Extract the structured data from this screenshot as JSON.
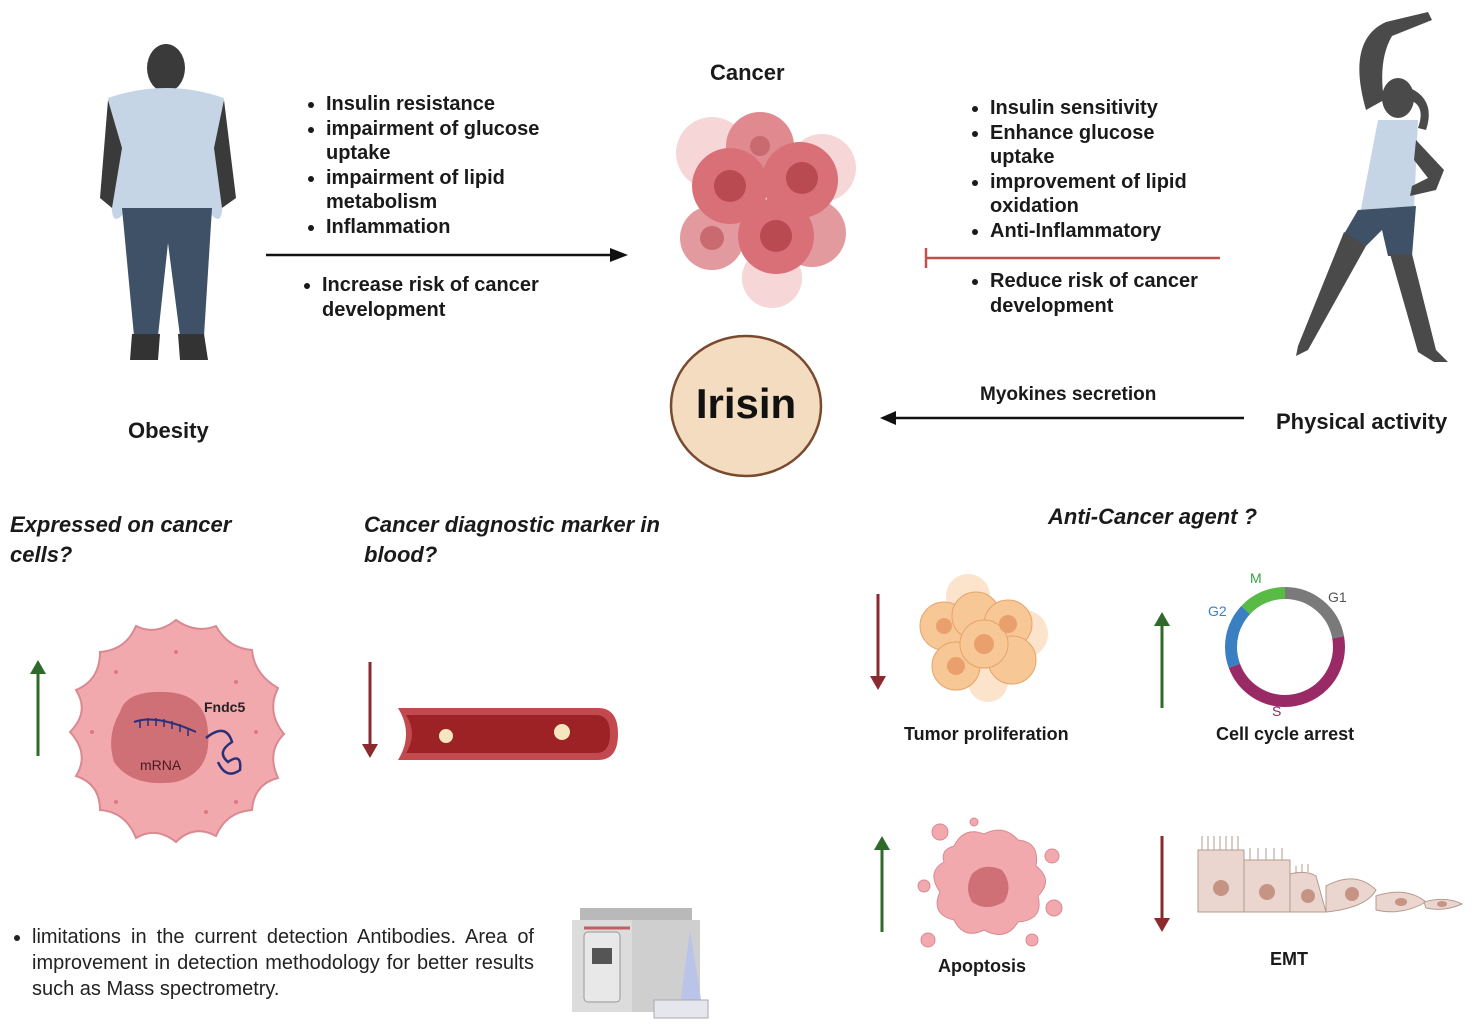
{
  "top": {
    "cancer_label": "Cancer",
    "obesity_label": "Obesity",
    "physical_activity_label": "Physical activity",
    "irisin_label": "Irisin",
    "myokines_label": "Myokines secretion",
    "obesity_effects": [
      "Insulin resistance",
      "impairment of glucose uptake",
      "impairment of lipid metabolism",
      "Inflammation"
    ],
    "obesity_outcome": [
      "Increase risk of cancer development"
    ],
    "activity_effects": [
      "Insulin sensitivity",
      "Enhance glucose uptake",
      "improvement of lipid oxidation",
      "Anti-Inflammatory"
    ],
    "activity_outcome": [
      "Reduce risk of cancer development"
    ]
  },
  "bottom_left": {
    "q1": "Expressed on cancer cells?",
    "q2": "Cancer diagnostic marker in blood?",
    "fndc5": "Fndc5",
    "mrna": "mRNA",
    "note": "limitations in the current detection Antibodies. Area of improvement in detection methodology for better results such as Mass spectrometry."
  },
  "bottom_right": {
    "title": "Anti-Cancer agent ?",
    "tumor": "Tumor proliferation",
    "cell_cycle": "Cell cycle arrest",
    "apoptosis": "Apoptosis",
    "emt": "EMT",
    "phases": {
      "m": "M",
      "g1": "G1",
      "g2": "G2",
      "s": "S"
    }
  },
  "colors": {
    "up_arrow": "#2e6b2a",
    "down_arrow": "#8a2a2e",
    "inhibit": "#c0504d",
    "irisin_fill": "#f3dcc0",
    "irisin_stroke": "#7a4a2e"
  }
}
